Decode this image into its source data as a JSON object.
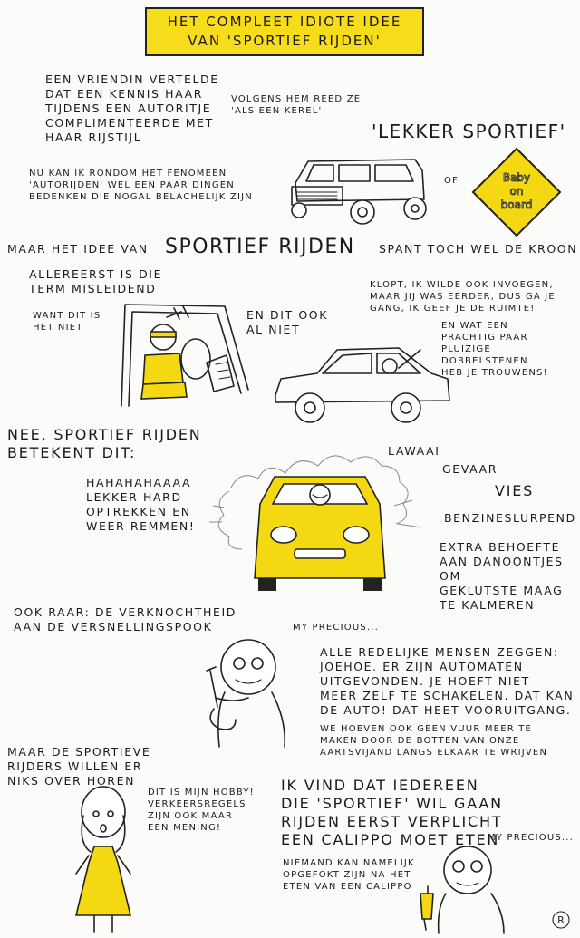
{
  "title": {
    "line1": "Het compleet idiote idee",
    "line2": "van 'sportief rijden'"
  },
  "intro": {
    "text1": [
      "Een vriendin vertelde",
      "dat een kennis haar",
      "tijdens een autoritje",
      "complimenteerde met",
      "haar rijstijl"
    ],
    "text2": [
      "Volgens hem reed ze",
      "'als een kerel'"
    ],
    "lekker": "'Lekker sportief'",
    "text3": [
      "Nu kan ik rondom het fenomeen",
      "'autorijden' wel een paar dingen",
      "bedenken die nogal belachelijk zijn"
    ],
    "of": "of",
    "sign": [
      "Baby",
      "on",
      "board"
    ]
  },
  "kroon": {
    "pre": "Maar het idee van",
    "big": "sportief rijden",
    "post": "spant toch wel de kroon"
  },
  "misleidend": {
    "heading": [
      "Allereerst is die",
      "term misleidend"
    ],
    "want": [
      "Want dit is",
      "het niet"
    ],
    "ook": [
      "En dit ook",
      "al niet"
    ],
    "klopt": [
      "Klopt, ik wilde ook invoegen,",
      "maar jij was eerder, dus ga je",
      "gang, ik geef je de ruimte!"
    ],
    "wat": [
      "En wat een",
      "prachtig paar",
      "pluizige",
      "dobbelstenen",
      "heb je trouwens!"
    ]
  },
  "betekent": {
    "heading": [
      "Nee, sportief rijden",
      "betekent dit:"
    ],
    "haha": [
      "Hahahahaaaa",
      "lekker hard",
      "optrekken en",
      "weer remmen!"
    ],
    "lawaai": "Lawaai",
    "gevaar": "Gevaar",
    "vies": "Vies",
    "benzine": "Benzineslurpend",
    "extra": [
      "Extra behoefte",
      "aan danoontjes om",
      "geklutste maag",
      "te kalmeren"
    ]
  },
  "pook": {
    "heading": [
      "Ook raar: de verknochtheid",
      "aan de versnellingspook"
    ],
    "precious": "My precious...",
    "text": [
      "Alle redelijke mensen zeggen:",
      "Joehoe. Er zijn automaten",
      "uitgevonden. Je hoeft niet",
      "meer zelf te schakelen. Dat kan",
      "de auto! Dat heet vooruitgang."
    ],
    "small": [
      "We hoeven ook geen vuur meer te",
      "maken door de botten van onze",
      "aartsvijand langs elkaar te wrijven"
    ]
  },
  "sportieve": {
    "heading": [
      "Maar de sportieve",
      "rijders willen er",
      "niks over horen"
    ],
    "hobby": [
      "Dit is mijn hobby!",
      "Verkeersregels",
      "zijn ook maar",
      "een mening!"
    ],
    "vind": [
      "Ik vind dat iedereen",
      "die 'sportief' wil gaan",
      "rijden eerst verplicht",
      "een Calippo moet eten"
    ],
    "precious2": "My precious...",
    "niemand": [
      "Niemand kan namelijk",
      "opgefokt zijn na het",
      "eten van een Calippo"
    ],
    "signature": "R"
  },
  "colors": {
    "accent": "#f6dc1a",
    "ink": "#1a1a1a",
    "paper": "#fbfbf9"
  }
}
